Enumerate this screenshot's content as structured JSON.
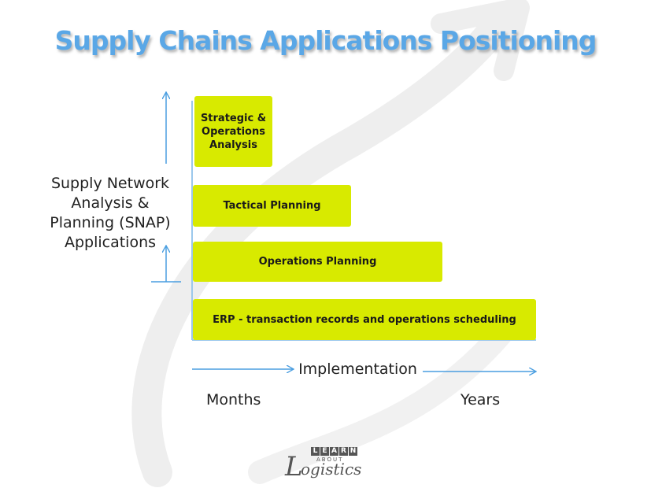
{
  "title": "Supply Chains Applications Positioning",
  "boxes": {
    "strategic": "Strategic & Operations Analysis",
    "tactical": "Tactical Planning",
    "operations": "Operations Planning",
    "erp": "ERP - transaction records and operations scheduling"
  },
  "vertical_axis": {
    "label": "Supply Network Analysis & Planning (SNAP) Applications"
  },
  "horizontal_axis": {
    "label": "Implementation",
    "start": "Months",
    "end": "Years"
  },
  "logo": {
    "top_letters": [
      "L",
      "E",
      "A",
      "R",
      "N"
    ],
    "middle": "ABOUT",
    "script": "ogistics",
    "initial": "L"
  },
  "colors": {
    "title": "#5aa7e6",
    "box_fill": "#d8ea00",
    "arrow": "#4a9ee0",
    "axis_line": "#9cc8ec"
  }
}
